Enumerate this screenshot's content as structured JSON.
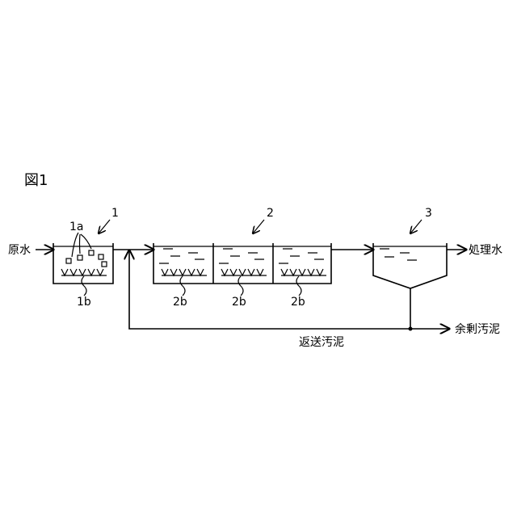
{
  "figure_label": "図1",
  "flows": {
    "raw_water": "原水",
    "treated_water": "処理水",
    "excess_sludge": "余剰汚泥",
    "return_sludge": "返送汚泥"
  },
  "units": {
    "unit1": "1",
    "unit1_media": "1a",
    "unit1_diffuser": "1b",
    "unit2": "2",
    "unit2_diffuser": "2b",
    "unit3": "3"
  }
}
